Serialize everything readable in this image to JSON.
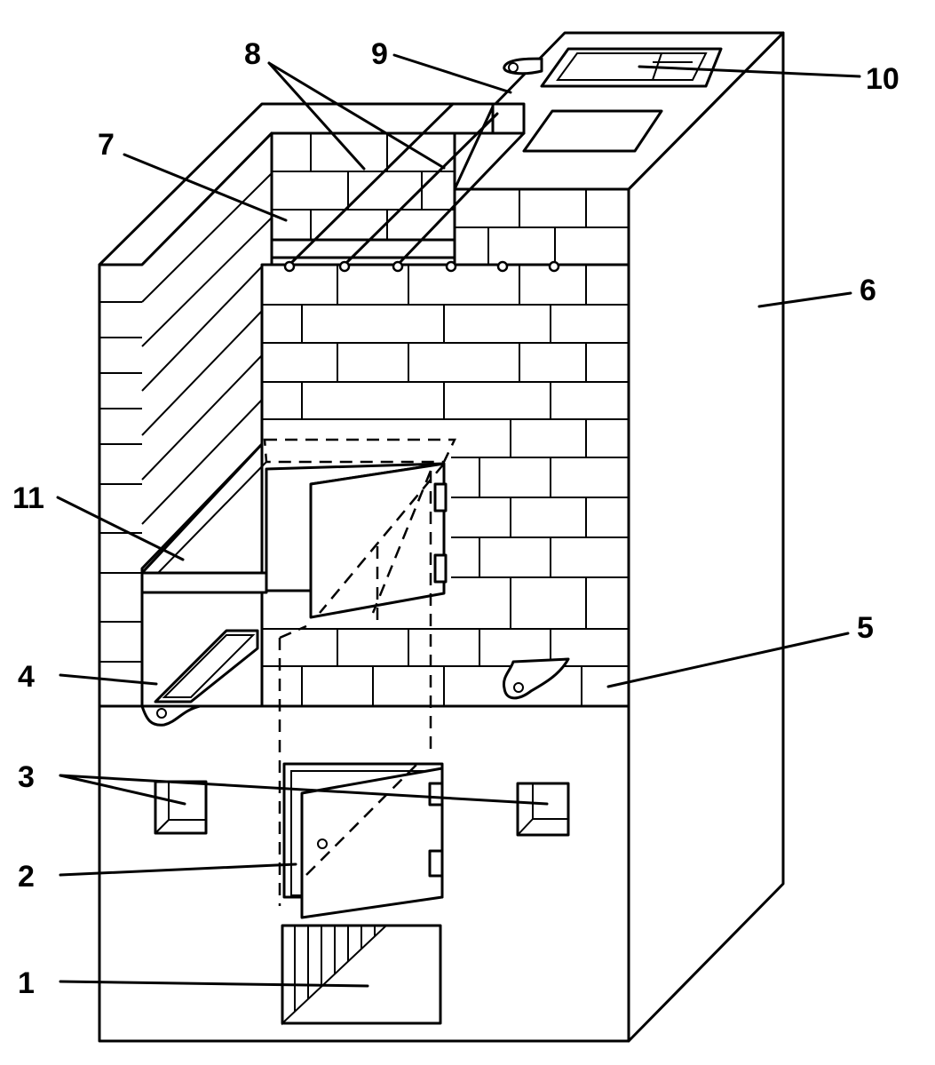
{
  "figure": {
    "description": "Cutaway isometric drawing of a brick masonry stove",
    "callouts": [
      {
        "id": "1",
        "text": "1"
      },
      {
        "id": "2",
        "text": "2"
      },
      {
        "id": "3",
        "text": "3"
      },
      {
        "id": "4",
        "text": "4"
      },
      {
        "id": "5",
        "text": "5"
      },
      {
        "id": "6",
        "text": "6"
      },
      {
        "id": "7",
        "text": "7"
      },
      {
        "id": "8",
        "text": "8"
      },
      {
        "id": "9",
        "text": "9"
      },
      {
        "id": "10",
        "text": "10"
      },
      {
        "id": "11",
        "text": "11"
      }
    ]
  }
}
